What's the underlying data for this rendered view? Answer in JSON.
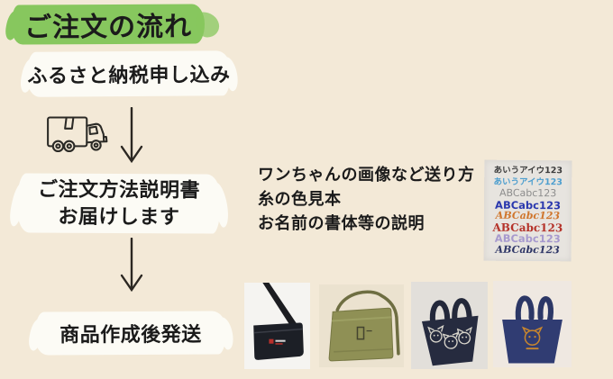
{
  "page": {
    "bg_color": "#f3e9d7",
    "title": "ご注文の流れ",
    "title_highlight_color": "#87c75e"
  },
  "flow": {
    "step1_label": "ふるさと納税申し込み",
    "step2_line1": "ご注文方法説明書",
    "step2_line2": "お届けします",
    "step3_label": "商品作成後発送",
    "icons": {
      "between_1_2": [
        "delivery-truck-icon",
        "down-arrow-icon"
      ],
      "between_2_3": [
        "down-arrow-icon"
      ]
    }
  },
  "notes": {
    "line1": "ワンちゃんの画像など送り方",
    "line2": "糸の色見本",
    "line3": "お名前の書体等の説明"
  },
  "embroidery_sample": {
    "lines": [
      {
        "text": "あいうアイウ123",
        "color": "#3c3c3c"
      },
      {
        "text": "あいうアイウ123",
        "color": "#4c9ecf"
      },
      {
        "text": "ABCabc123",
        "color": "#8d8d8d"
      },
      {
        "text": "ABCabc123",
        "color": "#2a38ae"
      },
      {
        "text": "ABCabc123",
        "color": "#d0762c"
      },
      {
        "text": "ABCabc123",
        "color": "#b5332a"
      },
      {
        "text": "ABCabc123",
        "color": "#a79ace"
      },
      {
        "text": "ABCabc123",
        "color": "#2d3566"
      }
    ]
  },
  "products": {
    "item1_icon": "black-sacoche-shoulder-bag-photo",
    "item2_icon": "olive-musette-bag-photo",
    "item3_icon": "navy-mini-tote-three-dog-faces-photo",
    "item4_icon": "navy-tote-one-dog-face-photo"
  }
}
